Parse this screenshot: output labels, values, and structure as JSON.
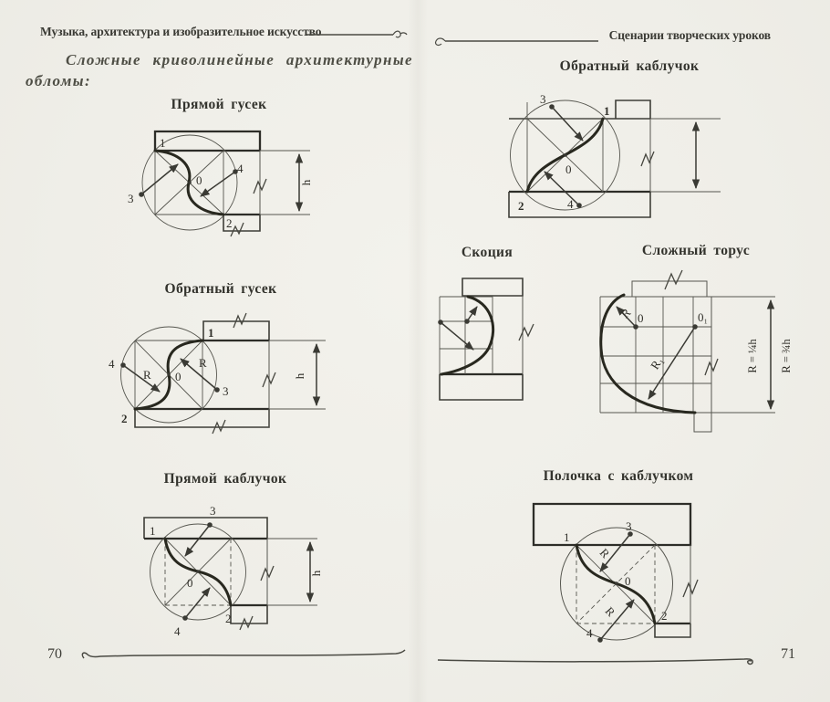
{
  "colors": {
    "paper": "#f0efe9",
    "ink": "#35352f"
  },
  "left": {
    "header": "Музыка, архитектура и изобразительное искусство",
    "intro1": "Сложные криволинейные архитектурные",
    "intro2": "обломы:",
    "page_number": "70",
    "fig1": {
      "title": "Прямой гусек",
      "p1": "1",
      "p2": "2",
      "p3": "3",
      "p4": "4",
      "c": "0",
      "h": "h"
    },
    "fig2": {
      "title": "Обратный гусек",
      "p1": "1",
      "p2": "2",
      "p3": "3",
      "p4": "4",
      "c": "0",
      "r": "R",
      "h": "h"
    },
    "fig3": {
      "title": "Прямой каблучок",
      "p1": "1",
      "p2": "2",
      "p3": "3",
      "p4": "4",
      "c": "0",
      "h": "h"
    }
  },
  "right": {
    "header": "Сценарии творческих уроков",
    "page_number": "71",
    "fig4": {
      "title": "Обратный каблучок",
      "p1": "1",
      "p2": "2",
      "p3": "3",
      "p4": "4",
      "c": "0"
    },
    "fig5": {
      "title": "Скоция"
    },
    "fig6": {
      "title": "Сложный торус",
      "c": "0",
      "c1": "0₁",
      "r": "R",
      "r1": "R₁",
      "dimL": "R = ¼h",
      "dimR": "R = ¾h"
    },
    "fig7": {
      "title": "Полочка  с каблучком",
      "p1": "1",
      "p2": "2",
      "p3": "3",
      "p4": "4",
      "c": "0",
      "r": "R"
    }
  }
}
